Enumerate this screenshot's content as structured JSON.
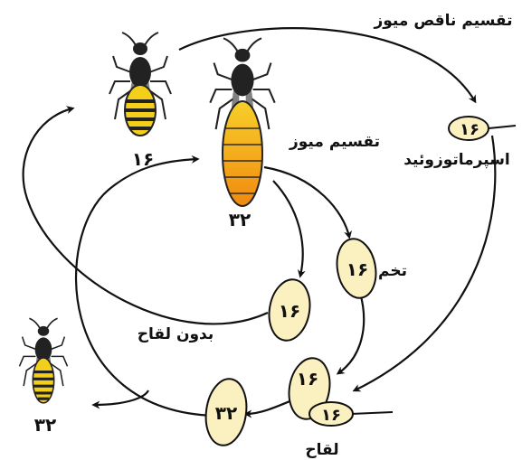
{
  "labels": {
    "meiosis_reduction": "تقسیم ناقص میوز",
    "meiosis": "تقسیم میوز",
    "sperm": "اسپرماتوزوئید",
    "egg": "تخم",
    "unfertilized": "بدون لقاح",
    "fertilization": "لقاح"
  },
  "chromosomes": {
    "male_bee": "۱۶",
    "queen_bee": "۳۲",
    "worker_bee": "۳۲",
    "sperm_cell": "۱۶",
    "egg_cell": "۱۶",
    "unfertilized_egg": "۱۶",
    "fused_egg": "۱۶",
    "fused_sperm": "۱۶",
    "zygote": "۳۲"
  },
  "colors": {
    "cell_fill": "#fbf0c0",
    "queen_abdomen": "#f5a020",
    "stripe_yellow": "#f3cf1c",
    "body_dark": "#222222"
  }
}
